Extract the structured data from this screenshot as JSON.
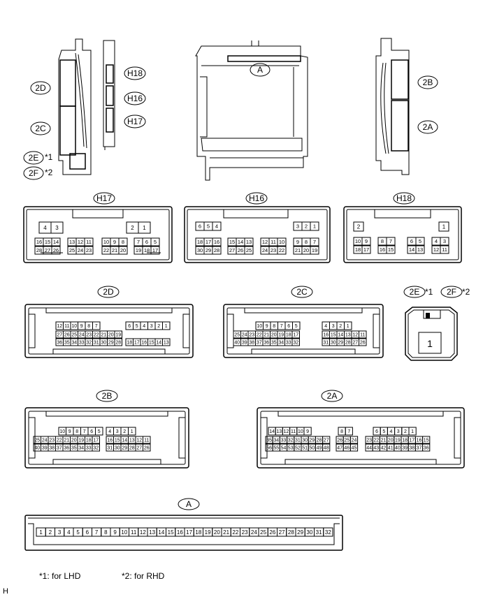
{
  "labels": {
    "h18": "H18",
    "h16": "H16",
    "h17": "H17",
    "c2d": "2D",
    "c2c": "2C",
    "c2b": "2B",
    "c2a": "2A",
    "c2e": "2E",
    "c2f": "2F",
    "a": "A",
    "mark1": "*1",
    "mark2": "*2"
  },
  "footnotes": {
    "n1": "*1: for LHD",
    "n2": "*2: for RHD",
    "corner": "H"
  },
  "connectors": {
    "h17": {
      "title": "H17",
      "rows": [
        [
          "4",
          "3",
          "",
          "",
          "",
          "",
          "",
          "",
          "2",
          "1"
        ],
        [
          "16",
          "15",
          "14",
          "13",
          "12",
          "11",
          "10",
          "9",
          "8",
          "7",
          "6",
          "5"
        ],
        [
          "28",
          "27",
          "26",
          "25",
          "24",
          "23",
          "22",
          "21",
          "20",
          "19",
          "18",
          "17"
        ]
      ]
    },
    "h16": {
      "title": "H16",
      "rows": [
        [
          "6",
          "5",
          "4",
          "3",
          "2",
          "1"
        ],
        [
          "18",
          "17",
          "16",
          "15",
          "14",
          "13",
          "12",
          "11",
          "10",
          "9",
          "8",
          "7"
        ],
        [
          "30",
          "29",
          "28",
          "27",
          "26",
          "25",
          "24",
          "23",
          "22",
          "21",
          "20",
          "19"
        ]
      ]
    },
    "h18": {
      "title": "H18",
      "rows": [
        [
          "2",
          "1"
        ],
        [
          "10",
          "9",
          "8",
          "7",
          "6",
          "5",
          "4",
          "3"
        ],
        [
          "18",
          "17",
          "16",
          "15",
          "14",
          "13",
          "12",
          "11"
        ]
      ]
    },
    "c2d": {
      "title": "2D",
      "rows": [
        [
          "12",
          "11",
          "10",
          "9",
          "8",
          "7",
          "6",
          "5",
          "4",
          "3",
          "2",
          "1"
        ],
        [
          "27",
          "26",
          "25",
          "24",
          "23",
          "22",
          "21",
          "20",
          "19"
        ],
        [
          "36",
          "35",
          "34",
          "33",
          "32",
          "31",
          "30",
          "29",
          "28",
          "18",
          "17",
          "16",
          "15",
          "14",
          "13"
        ]
      ]
    },
    "c2c": {
      "title": "2C",
      "rows": [
        [
          "10",
          "9",
          "8",
          "7",
          "6",
          "5",
          "4",
          "3",
          "2",
          "1"
        ],
        [
          "25",
          "24",
          "23",
          "22",
          "21",
          "20",
          "19",
          "18",
          "17",
          "16",
          "15",
          "14",
          "13",
          "12",
          "11"
        ],
        [
          "40",
          "39",
          "38",
          "37",
          "36",
          "35",
          "34",
          "33",
          "32",
          "31",
          "30",
          "29",
          "28",
          "27",
          "26"
        ]
      ]
    },
    "c2e": {
      "title": "2E",
      "pin": "1"
    },
    "c2b": {
      "title": "2B",
      "rows": [
        [
          "10",
          "9",
          "8",
          "7",
          "6",
          "5",
          "4",
          "3",
          "2",
          "1"
        ],
        [
          "25",
          "24",
          "23",
          "22",
          "21",
          "20",
          "19",
          "18",
          "17",
          "16",
          "15",
          "14",
          "13",
          "12",
          "11"
        ],
        [
          "40",
          "39",
          "38",
          "37",
          "36",
          "35",
          "34",
          "33",
          "32",
          "31",
          "30",
          "29",
          "28",
          "27",
          "26"
        ]
      ]
    },
    "c2a": {
      "title": "2A",
      "rows": [
        [
          "14",
          "13",
          "12",
          "11",
          "10",
          "9",
          "8",
          "7",
          "6",
          "5",
          "4",
          "3",
          "2",
          "1"
        ],
        [
          "35",
          "34",
          "33",
          "32",
          "31",
          "30",
          "29",
          "28",
          "27",
          "26",
          "25",
          "24",
          "23",
          "22",
          "21",
          "20",
          "19",
          "18",
          "17",
          "16",
          "15"
        ],
        [
          "56",
          "55",
          "54",
          "53",
          "52",
          "51",
          "50",
          "49",
          "48",
          "47",
          "46",
          "45",
          "44",
          "43",
          "42",
          "41",
          "40",
          "39",
          "38",
          "37",
          "36"
        ]
      ]
    },
    "a": {
      "title": "A",
      "pins": [
        "1",
        "2",
        "3",
        "4",
        "5",
        "6",
        "7",
        "8",
        "9",
        "10",
        "11",
        "12",
        "13",
        "14",
        "15",
        "16",
        "17",
        "18",
        "19",
        "20",
        "21",
        "22",
        "23",
        "24",
        "25",
        "26",
        "27",
        "28",
        "29",
        "30",
        "31",
        "32"
      ]
    }
  }
}
